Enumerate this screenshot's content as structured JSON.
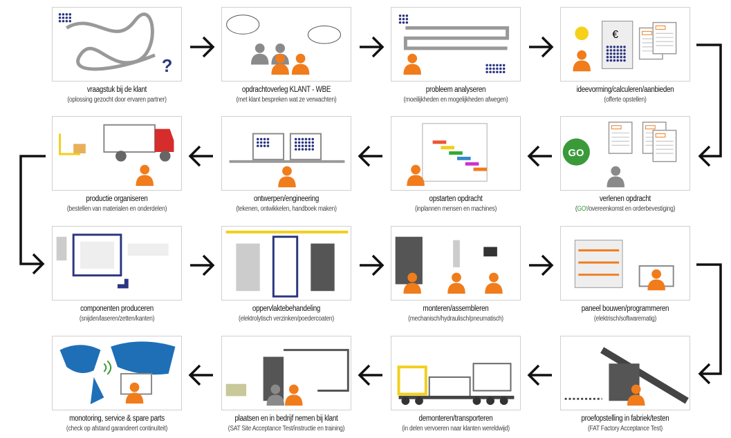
{
  "rows": [
    {
      "items": [
        {
          "title": "vraagstuk bij de klant",
          "subtitle": "(oplossing gezocht door ervaren partner)"
        },
        {
          "title": "opdrachtoverleg KLANT - WBE",
          "subtitle": "(met klant bespreken wat ze verwachten)"
        },
        {
          "title": "probleem analyseren",
          "subtitle": "(moeilijkheden en mogelijkheden afwegen)"
        },
        {
          "title": "ideevorming/calculeren/aanbieden",
          "subtitle": "(offerte opstellen)"
        }
      ]
    },
    {
      "items": [
        {
          "title": "productie organiseren",
          "subtitle": "(bestellen van materialen en onderdelen)"
        },
        {
          "title": "ontwerpen/engineering",
          "subtitle": "(tekenen, ontwikkelen, handboek maken)"
        },
        {
          "title": "opstarten opdracht",
          "subtitle": "(inplannen mensen en machines)"
        },
        {
          "title": "verlenen opdracht",
          "subtitle_parts": [
            "(",
            "GO!",
            "/overeenkomst en orderbevestiging)"
          ],
          "badge": "GO"
        }
      ]
    },
    {
      "items": [
        {
          "title": "componenten produceren",
          "subtitle": "(snijden/laseren/zetten/kanten)"
        },
        {
          "title": "oppervlaktebehandeling",
          "subtitle": "(elektrolytisch verzinken/poedercoaten)"
        },
        {
          "title": "monteren/assembleren",
          "subtitle": "(mechanisch/hydraulisch/pneumatisch)"
        },
        {
          "title": "paneel bouwen/programmeren",
          "subtitle": "(elektrisch/softwarematig)"
        }
      ]
    },
    {
      "items": [
        {
          "title": "monotoring, service & spare parts",
          "subtitle": "(check op afstand garandeert continuïteit)"
        },
        {
          "title": "plaatsen en in bedrijf nemen bij klant",
          "subtitle": "(SAT  Site Acceptance Test/instructie en training)"
        },
        {
          "title": "demonteren/transporteren",
          "subtitle": "(in delen vervoeren naar klanten wereldwijd)"
        },
        {
          "title": "proefopstelling in fabriek/testen",
          "subtitle": "(FAT  Factory Acceptance Test)"
        }
      ]
    }
  ],
  "colors": {
    "orange": "#f07c1c",
    "navy": "#2a3580",
    "gray": "#9a9a9a",
    "green": "#3a9a3a",
    "arrow": "#111111"
  }
}
